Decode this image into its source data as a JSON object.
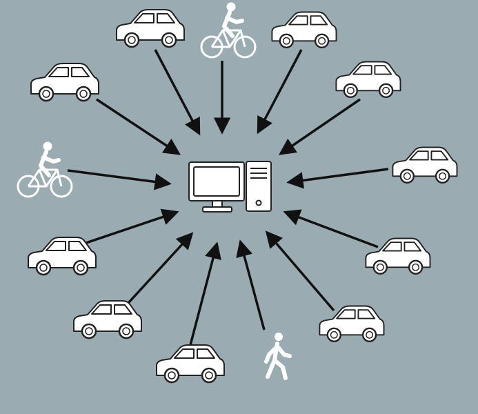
{
  "diagram": {
    "background_color": "#9aabb1",
    "icon_fill": "#ffffff",
    "icon_stroke": "#222222",
    "arrow_color": "#111111",
    "hub": {
      "icon": "desktop-computer-icon"
    },
    "nodes": [
      {
        "id": "car-top-left",
        "icon": "car-icon"
      },
      {
        "id": "bicycle-top",
        "icon": "bicycle-icon"
      },
      {
        "id": "car-top-right",
        "icon": "car-icon"
      },
      {
        "id": "car-upper-left",
        "icon": "car-icon"
      },
      {
        "id": "car-upper-right",
        "icon": "car-icon"
      },
      {
        "id": "bicycle-left",
        "icon": "bicycle-icon"
      },
      {
        "id": "car-right",
        "icon": "car-icon"
      },
      {
        "id": "car-left",
        "icon": "car-icon"
      },
      {
        "id": "car-lower-right",
        "icon": "car-icon"
      },
      {
        "id": "car-bottom-left",
        "icon": "car-icon"
      },
      {
        "id": "car-bottom-right",
        "icon": "car-icon"
      },
      {
        "id": "car-bottom",
        "icon": "car-icon"
      },
      {
        "id": "pedestrian-bottom",
        "icon": "pedestrian-icon"
      }
    ]
  }
}
